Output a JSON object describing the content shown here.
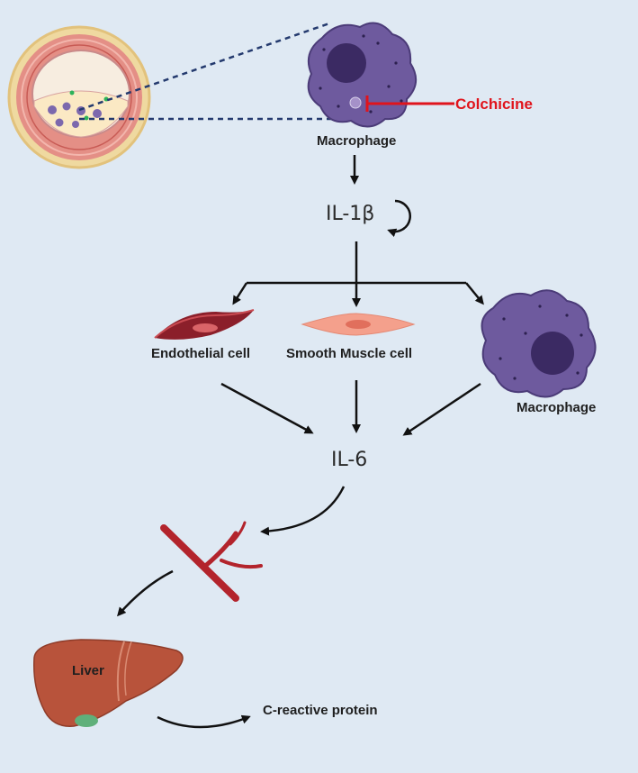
{
  "diagram": {
    "inhibitor_label": "Colchicine",
    "source_cell_label": "Macrophage",
    "cytokine_1": "IL-1β",
    "target_cells": [
      "Endothelial cell",
      "Smooth Muscle cell",
      "Macrophage"
    ],
    "cytokine_2": "IL-6",
    "organ_label": "Liver",
    "product_label": "C-reactive protein"
  },
  "colors": {
    "background": "#dfe9f3",
    "inhibitor": "#e0141c",
    "macrophage": "#6e5a9e",
    "macrophage_nucleus": "#3b2a63",
    "endothelial": "#a52a2a",
    "smooth_muscle": "#f4a08c",
    "vessel": "#b3242c",
    "liver": "#b8533b",
    "gallbladder": "#5fb07a"
  }
}
